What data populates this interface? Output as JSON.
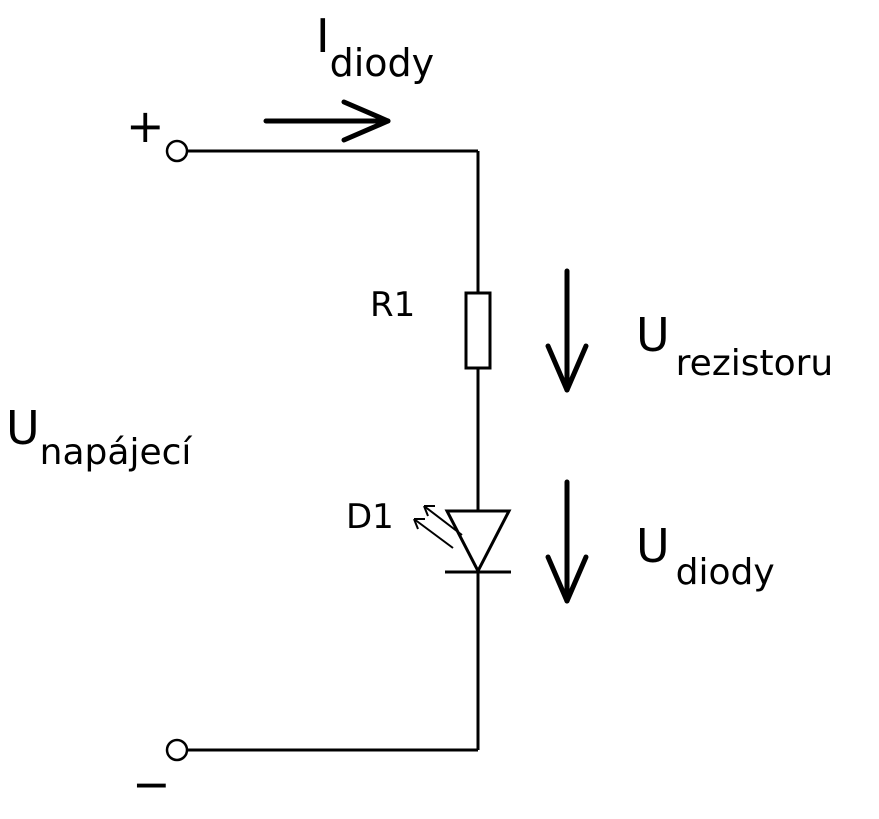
{
  "labels": {
    "current_main": "I",
    "current_sub": "diody",
    "plus": "+",
    "minus": "−",
    "r1": "R1",
    "d1": "D1",
    "u_supply_main": "U",
    "u_supply_sub": "napájecí",
    "u_res_main": "U",
    "u_res_sub": "rezistoru",
    "u_diode_main": "U",
    "u_diode_sub": "diody"
  },
  "colors": {
    "ink": "#000000",
    "background": "#ffffff"
  }
}
